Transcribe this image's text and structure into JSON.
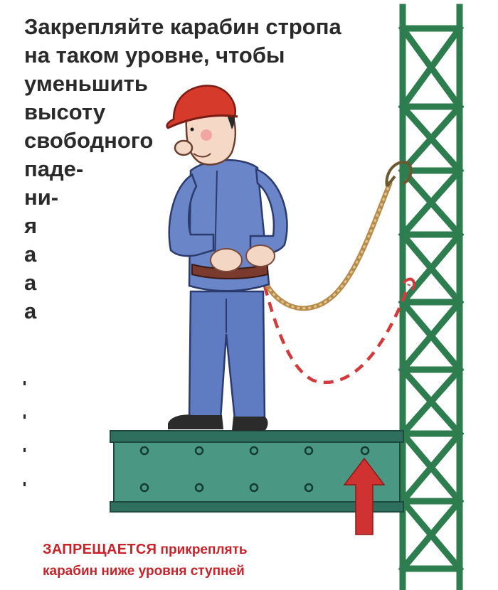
{
  "headline": {
    "lines": [
      "Закрепляйте карабин стропа",
      "на таком уровне, чтобы",
      "уменьшить",
      "высоту",
      "свободного",
      "паде-",
      "ни-",
      "я",
      "а",
      "а",
      "а"
    ]
  },
  "warning": {
    "emphasis": "ЗАПРЕЩАЕТСЯ",
    "line1_rest": " прикреплять",
    "line2": "карабин ниже уровня ступней"
  },
  "colors": {
    "tower_green": "#2e7d4f",
    "beam_green": "#3f8a77",
    "warning_red": "#c8232a",
    "helmet_red": "#d63a2a",
    "suit_blue": "#5f7bc1",
    "rope_tan": "#c9a468"
  }
}
